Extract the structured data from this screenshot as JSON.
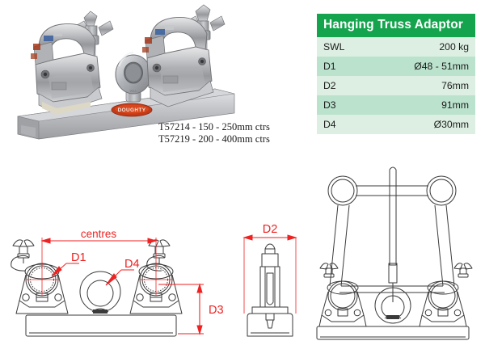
{
  "product_photo": {
    "alt": "hanging-truss-adaptor-photo",
    "brand_label": "DOUGHTY",
    "parts": {
      "left_clamp": "truss-clamp-left",
      "right_clamp": "truss-clamp-right",
      "eye_bolt": "centre-eye-bolt",
      "base_channel": "base-channel-bar",
      "wing_nut": "wing-nut"
    }
  },
  "product_codes": {
    "line1": "T57214 - 150 - 250mm ctrs",
    "line2": "T57219 - 200 - 400mm ctrs"
  },
  "spec_table": {
    "title": "Hanging Truss Adaptor",
    "header_color": "#14a44d",
    "row_color_a": "#dcefe2",
    "row_color_b": "#bbe2cd",
    "rows": [
      {
        "key": "SWL",
        "value": "200 kg"
      },
      {
        "key": "D1",
        "value": "Ø48 - 51mm"
      },
      {
        "key": "D2",
        "value": "76mm"
      },
      {
        "key": "D3",
        "value": "91mm"
      },
      {
        "key": "D4",
        "value": "Ø30mm"
      }
    ]
  },
  "drawings": {
    "dimension_color": "#ee2222",
    "line_color": "#333333",
    "front_elevation": {
      "name": "front-elevation-drawing",
      "labels": {
        "centres": "centres",
        "d1": "D1",
        "d4": "D4",
        "d3": "D3"
      }
    },
    "side_elevation": {
      "name": "side-elevation-drawing",
      "labels": {
        "d2": "D2"
      }
    },
    "truss_assembly": {
      "name": "truss-assembly-drawing",
      "labels": {}
    }
  }
}
